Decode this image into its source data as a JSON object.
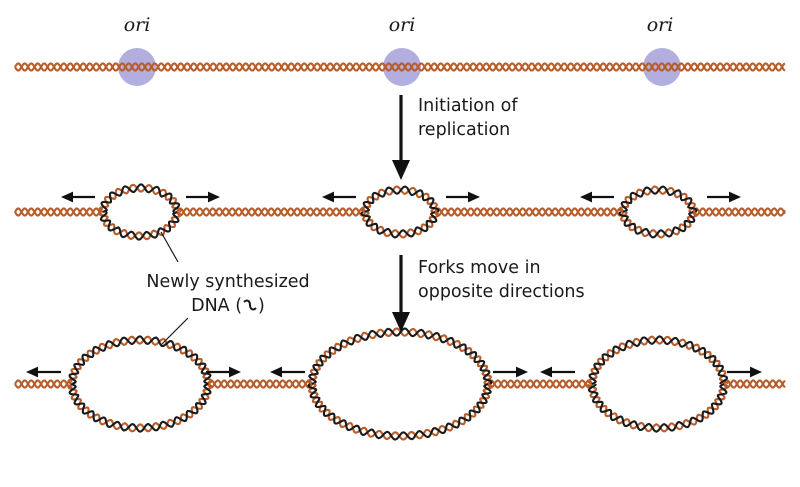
{
  "labels": {
    "ori": [
      "ori",
      "ori",
      "ori"
    ],
    "step1": "Initiation of replication",
    "step1_lines": [
      "Initiation of",
      "replication"
    ],
    "step2_lines": [
      "Forks move in",
      "opposite directions"
    ],
    "callout_lines": [
      "Newly synthesized",
      "DNA (",
      ")"
    ]
  },
  "colors": {
    "parental_dna": "#b85c2a",
    "new_dna": "#1a1a1a",
    "origin_circle": "#b3aee0",
    "arrow": "#111111"
  },
  "icons": {
    "legend_glyph": "new-strand-glyph-icon"
  }
}
